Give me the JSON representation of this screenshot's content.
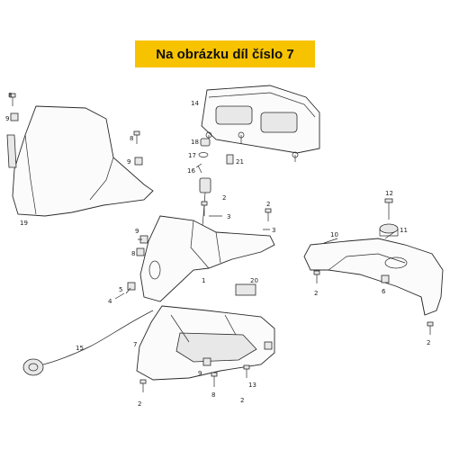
{
  "banner": {
    "text": "Na obrázku díl číslo 7"
  },
  "callouts": {
    "c1": "1",
    "c2a": "2",
    "c2b": "2",
    "c2c": "2",
    "c2d": "2",
    "c2e": "2",
    "c2f": "2",
    "c3a": "3",
    "c3b": "3",
    "c4": "4",
    "c5": "5",
    "c6": "6",
    "c7": "7",
    "c8a": "8",
    "c8b": "8",
    "c8c": "8",
    "c8d": "8",
    "c9a": "9",
    "c9b": "9",
    "c9c": "9",
    "c9d": "9",
    "c10": "10",
    "c11": "11",
    "c12": "12",
    "c13": "13",
    "c14": "14",
    "c15": "15",
    "c16": "16",
    "c17": "17",
    "c18": "18",
    "c19": "19",
    "c20": "20",
    "c21": "21"
  },
  "colors": {
    "banner_bg": "#f7c200",
    "line": "#2a2a2a",
    "background": "#ffffff"
  }
}
